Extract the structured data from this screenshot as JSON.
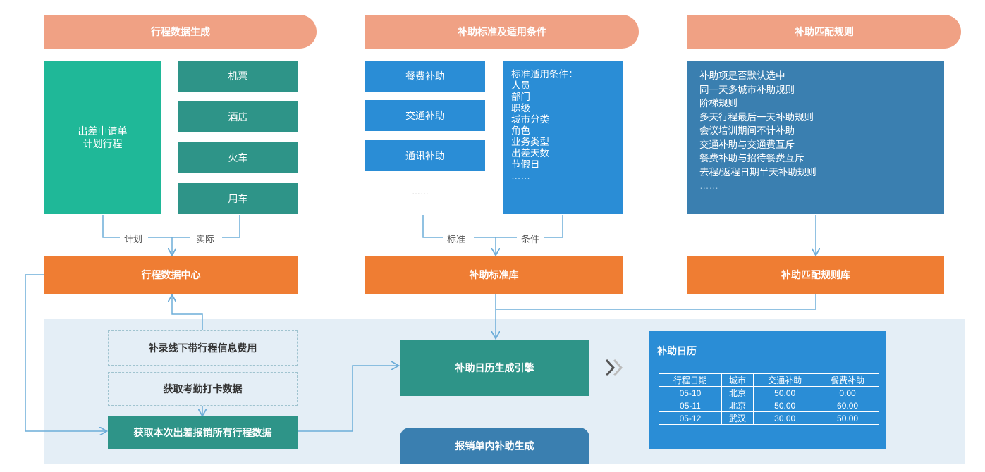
{
  "headers": {
    "trip_gen": "行程数据生成",
    "subsidy_std": "补助标准及适用条件",
    "subsidy_rule": "补助匹配规则"
  },
  "trip": {
    "main_lines": [
      "出差申请单",
      "计划行程"
    ],
    "items": [
      "机票",
      "酒店",
      "火车",
      "用车"
    ],
    "plan_label": "计划",
    "actual_label": "实际"
  },
  "standard": {
    "items": [
      "餐费补助",
      "交通补助",
      "通讯补助"
    ],
    "ellipsis": "……",
    "conditions_title": "标准适用条件：",
    "conditions": [
      "人员",
      "部门",
      "职级",
      "城市分类",
      "角色",
      "业务类型",
      "出差天数",
      "节假日",
      "……"
    ],
    "std_label": "标准",
    "cond_label": "条件"
  },
  "rules": {
    "items": [
      "补助项是否默认选中",
      "同一天多城市补助规则",
      "阶梯规则",
      "多天行程最后一天补助规则",
      "会议培训期间不计补助",
      "交通补助与交通费互斥",
      "餐费补助与招待餐费互斥",
      "去程/返程日期半天补助规则",
      "……"
    ]
  },
  "centers": {
    "trip_center": "行程数据中心",
    "std_lib": "补助标准库",
    "rule_lib": "补助匹配规则库"
  },
  "process": {
    "supplement": "补录线下带行程信息费用",
    "attendance": "获取考勤打卡数据",
    "fetch_all": "获取本次出差报销所有行程数据",
    "engine": "补助日历生成引擎",
    "expense_gen": "报销单内补助生成"
  },
  "calendar": {
    "title": "补助日历",
    "headers": [
      "行程日期",
      "城市",
      "交通补助",
      "餐费补助"
    ],
    "rows": [
      [
        "05-10",
        "北京",
        "50.00",
        "0.00"
      ],
      [
        "05-11",
        "北京",
        "50.00",
        "60.00"
      ],
      [
        "05-12",
        "武汉",
        "30.00",
        "50.00"
      ]
    ]
  },
  "colors": {
    "header_pill": "#f0a184",
    "orange_box": "#ef7d33",
    "teal": "#1fb898",
    "dark_teal": "#2e9488",
    "blue": "#2a8dd6",
    "steel_blue": "#3a7fb0",
    "process_bg": "#e4eef6"
  }
}
